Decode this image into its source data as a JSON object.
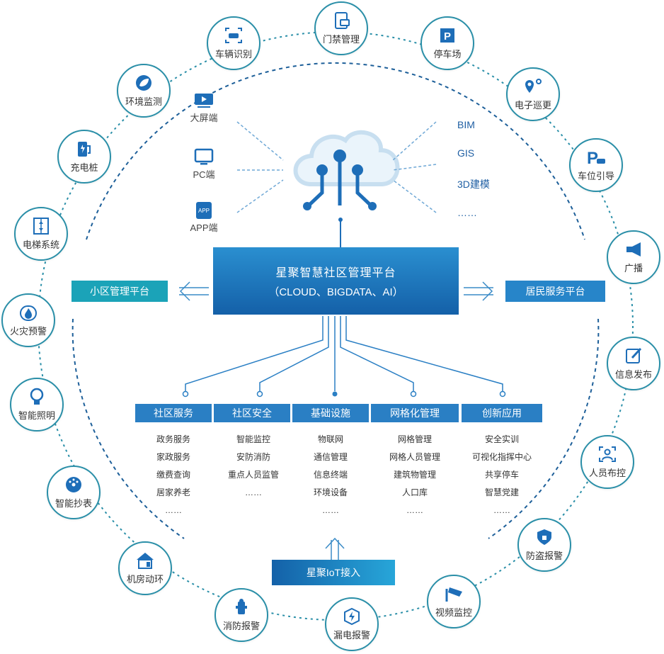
{
  "core": {
    "title": "星聚智慧社区管理平台",
    "subtitle": "（CLOUD、BIGDATA、AI）"
  },
  "left_platform": "小区管理平台",
  "right_platform": "居民服务平台",
  "iot": "星聚IoT接入",
  "devices": [
    {
      "label": "大屏端",
      "icon": "monitor-play-icon"
    },
    {
      "label": "PC端",
      "icon": "pc-monitor-icon"
    },
    {
      "label": "APP端",
      "icon": "app-phone-icon"
    }
  ],
  "tech": [
    "BIM",
    "GIS",
    "3D建模",
    "……"
  ],
  "categories": [
    {
      "header": "社区服务",
      "items": [
        "政务服务",
        "家政服务",
        "缴费查询",
        "居家养老",
        "……"
      ]
    },
    {
      "header": "社区安全",
      "items": [
        "智能监控",
        "安防消防",
        "重点人员监管",
        "……"
      ]
    },
    {
      "header": "基础设施",
      "items": [
        "物联网",
        "通信管理",
        "信息终端",
        "环境设备",
        "……"
      ]
    },
    {
      "header": "网格化管理",
      "items": [
        "网格管理",
        "网格人员管理",
        "建筑物管理",
        "人口库",
        "……"
      ]
    },
    {
      "header": "创新应用",
      "items": [
        "安全实训",
        "可视化指挥中心",
        "共享停车",
        "智慧党建",
        "……"
      ]
    }
  ],
  "ring_nodes": [
    {
      "label": "门禁管理",
      "icon": "access-card-icon"
    },
    {
      "label": "停车场",
      "icon": "parking-p-icon"
    },
    {
      "label": "电子巡更",
      "icon": "patrol-pin-icon"
    },
    {
      "label": "车位引导",
      "icon": "parking-guide-icon"
    },
    {
      "label": "广播",
      "icon": "megaphone-icon"
    },
    {
      "label": "信息发布",
      "icon": "edit-note-icon"
    },
    {
      "label": "人员布控",
      "icon": "person-scan-icon"
    },
    {
      "label": "防盗报警",
      "icon": "shield-lock-icon"
    },
    {
      "label": "视频监控",
      "icon": "cctv-camera-icon"
    },
    {
      "label": "漏电报警",
      "icon": "lightning-hex-icon"
    },
    {
      "label": "消防报警",
      "icon": "fire-hydrant-icon"
    },
    {
      "label": "机房动环",
      "icon": "server-house-icon"
    },
    {
      "label": "智能抄表",
      "icon": "meter-gauge-icon"
    },
    {
      "label": "智能照明",
      "icon": "light-bulb-icon"
    },
    {
      "label": "火灾预警",
      "icon": "fire-alert-icon"
    },
    {
      "label": "电梯系统",
      "icon": "elevator-icon"
    },
    {
      "label": "充电桩",
      "icon": "charging-station-icon"
    },
    {
      "label": "环境监测",
      "icon": "leaf-globe-icon"
    },
    {
      "label": "车辆识别",
      "icon": "car-scan-icon"
    }
  ],
  "colors": {
    "teal": "#1ba3b8",
    "blue": "#2785c9",
    "dark_blue": "#1460a8",
    "ring": "#2a8fa8"
  }
}
